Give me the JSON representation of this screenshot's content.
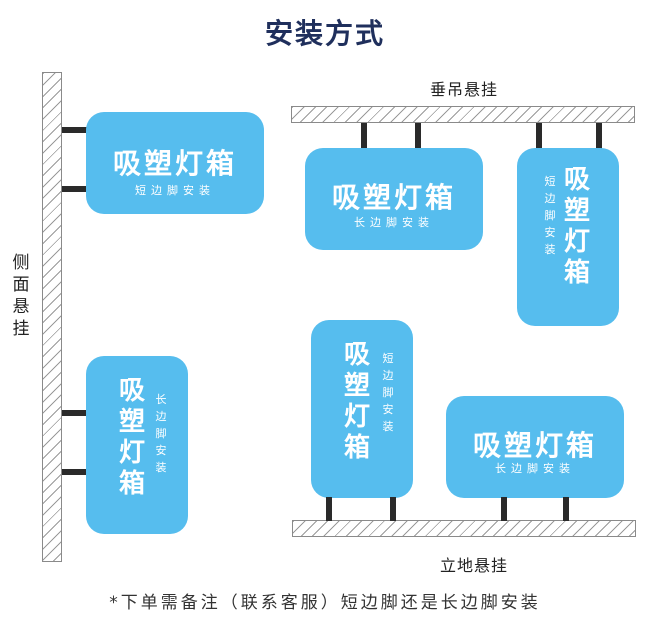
{
  "title": "安装方式",
  "labels": {
    "side": "侧面悬挂",
    "hanging": "垂吊悬挂",
    "standing": "立地悬挂"
  },
  "boxes": {
    "side_top": {
      "main": "吸塑灯箱",
      "sub": "短边脚安装"
    },
    "side_bottom": {
      "main": "吸塑灯箱",
      "sub": "长边脚安装"
    },
    "hang_left": {
      "main": "吸塑灯箱",
      "sub": "长边脚安装"
    },
    "hang_right": {
      "main": "吸塑灯箱",
      "sub": "短边脚安装"
    },
    "stand_left": {
      "main": "吸塑灯箱",
      "sub": "短边脚安装"
    },
    "stand_right": {
      "main": "吸塑灯箱",
      "sub": "长边脚安装"
    }
  },
  "note": "*下单需备注（联系客服）短边脚还是长边脚安装",
  "colors": {
    "box": "#56bdee",
    "title": "#1f2f5c",
    "bracket": "#2a2a2a"
  }
}
